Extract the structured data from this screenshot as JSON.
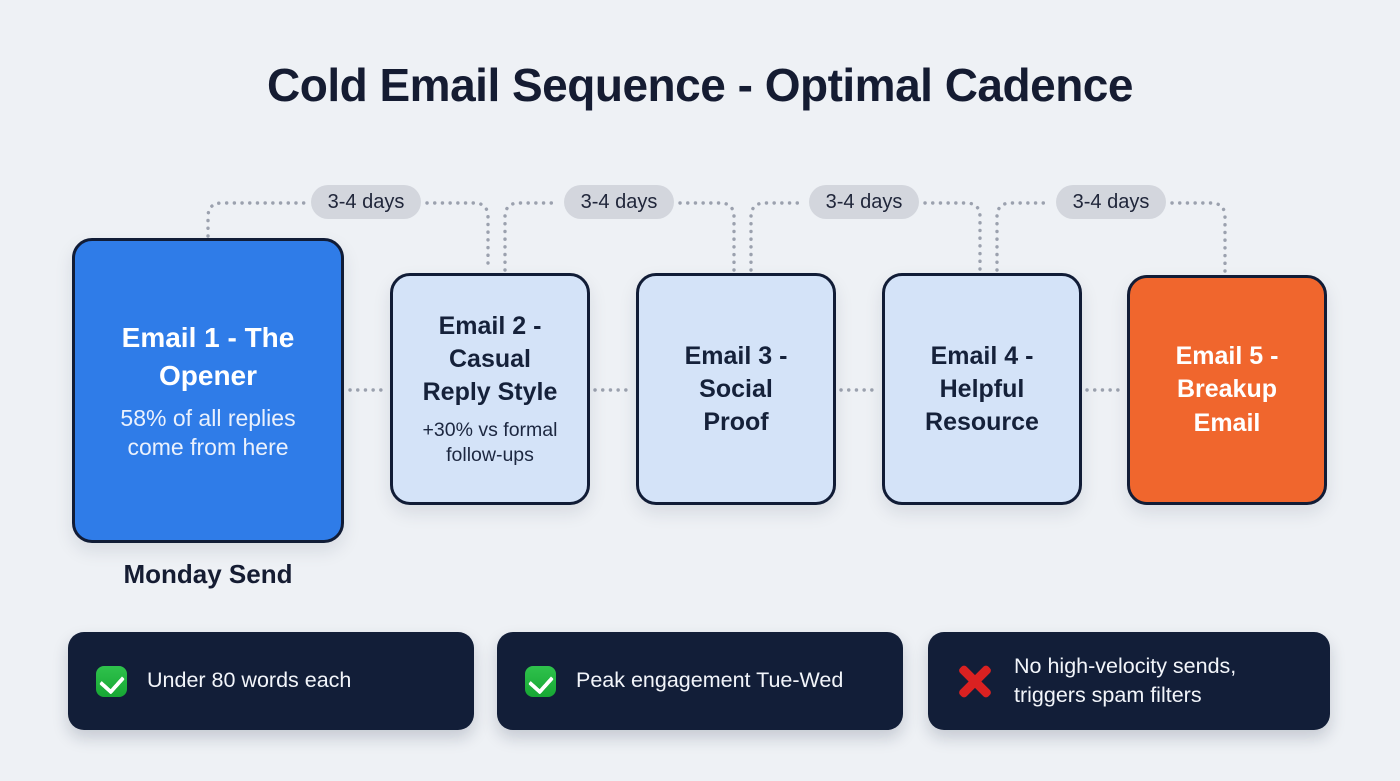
{
  "title": "Cold Email Sequence - Optimal Cadence",
  "connector_label": "3-4 days",
  "sequence": [
    {
      "title": "Email 1 - The\nOpener",
      "subtitle": "58% of all replies\ncome from here",
      "caption": "Monday Send",
      "fill": "#2f7ce8",
      "text_color": "#ffffff"
    },
    {
      "title": "Email 2 -\nCasual\nReply Style",
      "subtitle": "+30% vs formal\nfollow-ups",
      "fill": "#d4e3f8",
      "text_color": "#15213a"
    },
    {
      "title": "Email 3 -\nSocial\nProof",
      "fill": "#d4e3f8",
      "text_color": "#15213a"
    },
    {
      "title": "Email 4 -\nHelpful\nResource",
      "fill": "#d4e3f8",
      "text_color": "#15213a"
    },
    {
      "title": "Email 5 -\nBreakup\nEmail",
      "fill": "#f0662d",
      "text_color": "#ffffff"
    }
  ],
  "notes": [
    {
      "icon": "check-icon",
      "text": "Under 80 words each"
    },
    {
      "icon": "check-icon",
      "text": "Peak engagement Tue-Wed"
    },
    {
      "icon": "cross-icon",
      "text": "No high-velocity sends,\ntriggers spam filters"
    }
  ],
  "colors": {
    "background": "#eef1f5",
    "title_text": "#151c32",
    "box_border": "#111c36",
    "connector_dots": "#9ba1ae",
    "pill_bg": "#d3d6dd",
    "pill_text": "#20263a",
    "note_bg": "#121e38",
    "note_text": "#f2f5fa",
    "check_green": "#17a734",
    "cross_red": "#da2121"
  }
}
